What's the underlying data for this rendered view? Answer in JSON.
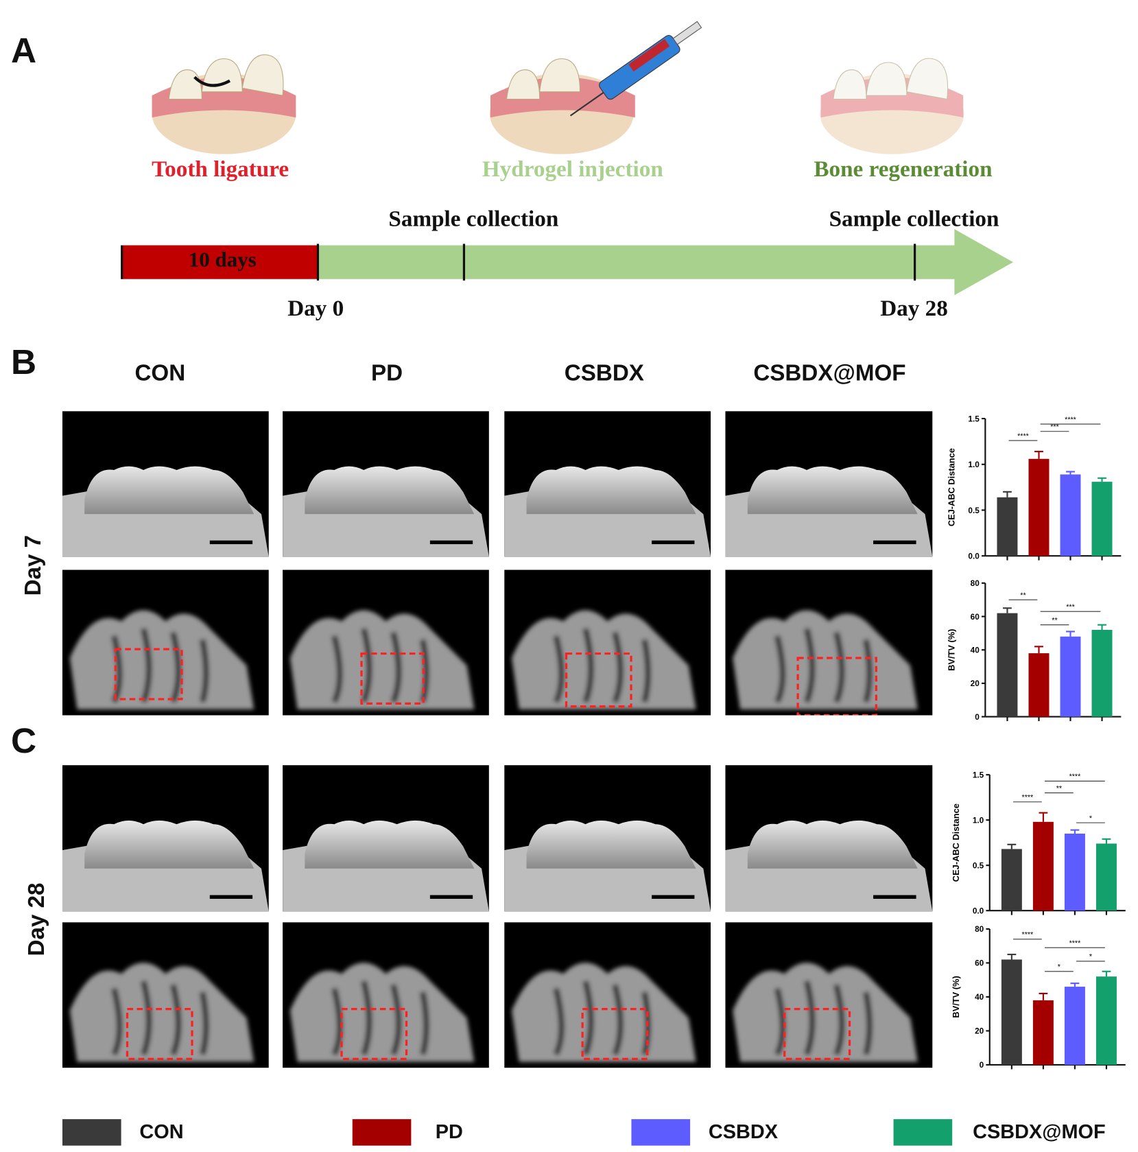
{
  "panels": {
    "a": "A",
    "b": "B",
    "c": "C"
  },
  "panel_a": {
    "steps": [
      {
        "label": "Tooth ligature",
        "color": "#e0202a"
      },
      {
        "label": "Hydrogel injection",
        "color": "#a9d18e"
      },
      {
        "label": "Bone regeneration",
        "color": "#5b8c35"
      }
    ],
    "sample_collection_1": "Sample collection",
    "sample_collection_2": "Sample collection",
    "ligature_duration": "10 days",
    "day0": "Day 0",
    "day28": "Day 28",
    "timeline_colors": {
      "ligature": "#c00000",
      "treatment": "#a9d18e"
    }
  },
  "groups": [
    "CON",
    "PD",
    "CSBDX",
    "CSBDX@MOF"
  ],
  "row_labels": {
    "day7": "Day 7",
    "day28": "Day 28"
  },
  "legend": [
    {
      "label": "CON",
      "color": "#3a3a3a"
    },
    {
      "label": "PD",
      "color": "#a50000"
    },
    {
      "label": "CSBDX",
      "color": "#5c5cff"
    },
    {
      "label": "CSBDX@MOF",
      "color": "#14a06c"
    }
  ],
  "chart_data": [
    {
      "id": "day7-cej",
      "type": "bar",
      "ylabel": "CEJ-ABC Distance",
      "ylim": [
        0,
        1.5
      ],
      "yticks": [
        "0.0",
        "0.5",
        "1.0",
        "1.5"
      ],
      "categories": [
        "CON",
        "PD",
        "CSBDX",
        "CSBDX@MOF"
      ],
      "values": [
        0.64,
        1.06,
        0.89,
        0.81
      ],
      "errors": [
        0.06,
        0.08,
        0.03,
        0.04
      ],
      "significance": [
        {
          "pair": [
            0,
            1
          ],
          "label": "****",
          "y": 1.26
        },
        {
          "pair": [
            1,
            2
          ],
          "label": "***",
          "y": 1.36
        },
        {
          "pair": [
            1,
            3
          ],
          "label": "****",
          "y": 1.44
        }
      ]
    },
    {
      "id": "day7-bvtv",
      "type": "bar",
      "ylabel": "BV/TV (%)",
      "ylim": [
        0,
        80
      ],
      "yticks": [
        "0",
        "20",
        "40",
        "60",
        "80"
      ],
      "categories": [
        "CON",
        "PD",
        "CSBDX",
        "CSBDX@MOF"
      ],
      "values": [
        62,
        38,
        48,
        52
      ],
      "errors": [
        3,
        4,
        3,
        3
      ],
      "significance": [
        {
          "pair": [
            0,
            1
          ],
          "label": "**",
          "y": 70
        },
        {
          "pair": [
            1,
            2
          ],
          "label": "**",
          "y": 55
        },
        {
          "pair": [
            1,
            3
          ],
          "label": "***",
          "y": 63
        }
      ]
    },
    {
      "id": "day28-cej",
      "type": "bar",
      "ylabel": "CEJ-ABC Distance",
      "ylim": [
        0,
        1.5
      ],
      "yticks": [
        "0.0",
        "0.5",
        "1.0",
        "1.5"
      ],
      "categories": [
        "CON",
        "PD",
        "CSBDX",
        "CSBDX@MOF"
      ],
      "values": [
        0.68,
        0.98,
        0.85,
        0.74
      ],
      "errors": [
        0.05,
        0.1,
        0.04,
        0.05
      ],
      "significance": [
        {
          "pair": [
            0,
            1
          ],
          "label": "****",
          "y": 1.2
        },
        {
          "pair": [
            1,
            2
          ],
          "label": "**",
          "y": 1.3
        },
        {
          "pair": [
            1,
            3
          ],
          "label": "****",
          "y": 1.43
        },
        {
          "pair": [
            2,
            3
          ],
          "label": "*",
          "y": 0.97
        }
      ]
    },
    {
      "id": "day28-bvtv",
      "type": "bar",
      "ylabel": "BV/TV (%)",
      "ylim": [
        0,
        80
      ],
      "yticks": [
        "0",
        "20",
        "40",
        "60",
        "80"
      ],
      "categories": [
        "CON",
        "PD",
        "CSBDX",
        "CSBDX@MOF"
      ],
      "values": [
        62,
        38,
        46,
        52
      ],
      "errors": [
        3,
        4,
        2,
        3
      ],
      "significance": [
        {
          "pair": [
            0,
            1
          ],
          "label": "****",
          "y": 74
        },
        {
          "pair": [
            1,
            2
          ],
          "label": "*",
          "y": 55
        },
        {
          "pair": [
            1,
            3
          ],
          "label": "****",
          "y": 69
        },
        {
          "pair": [
            2,
            3
          ],
          "label": "*",
          "y": 61
        }
      ]
    }
  ]
}
